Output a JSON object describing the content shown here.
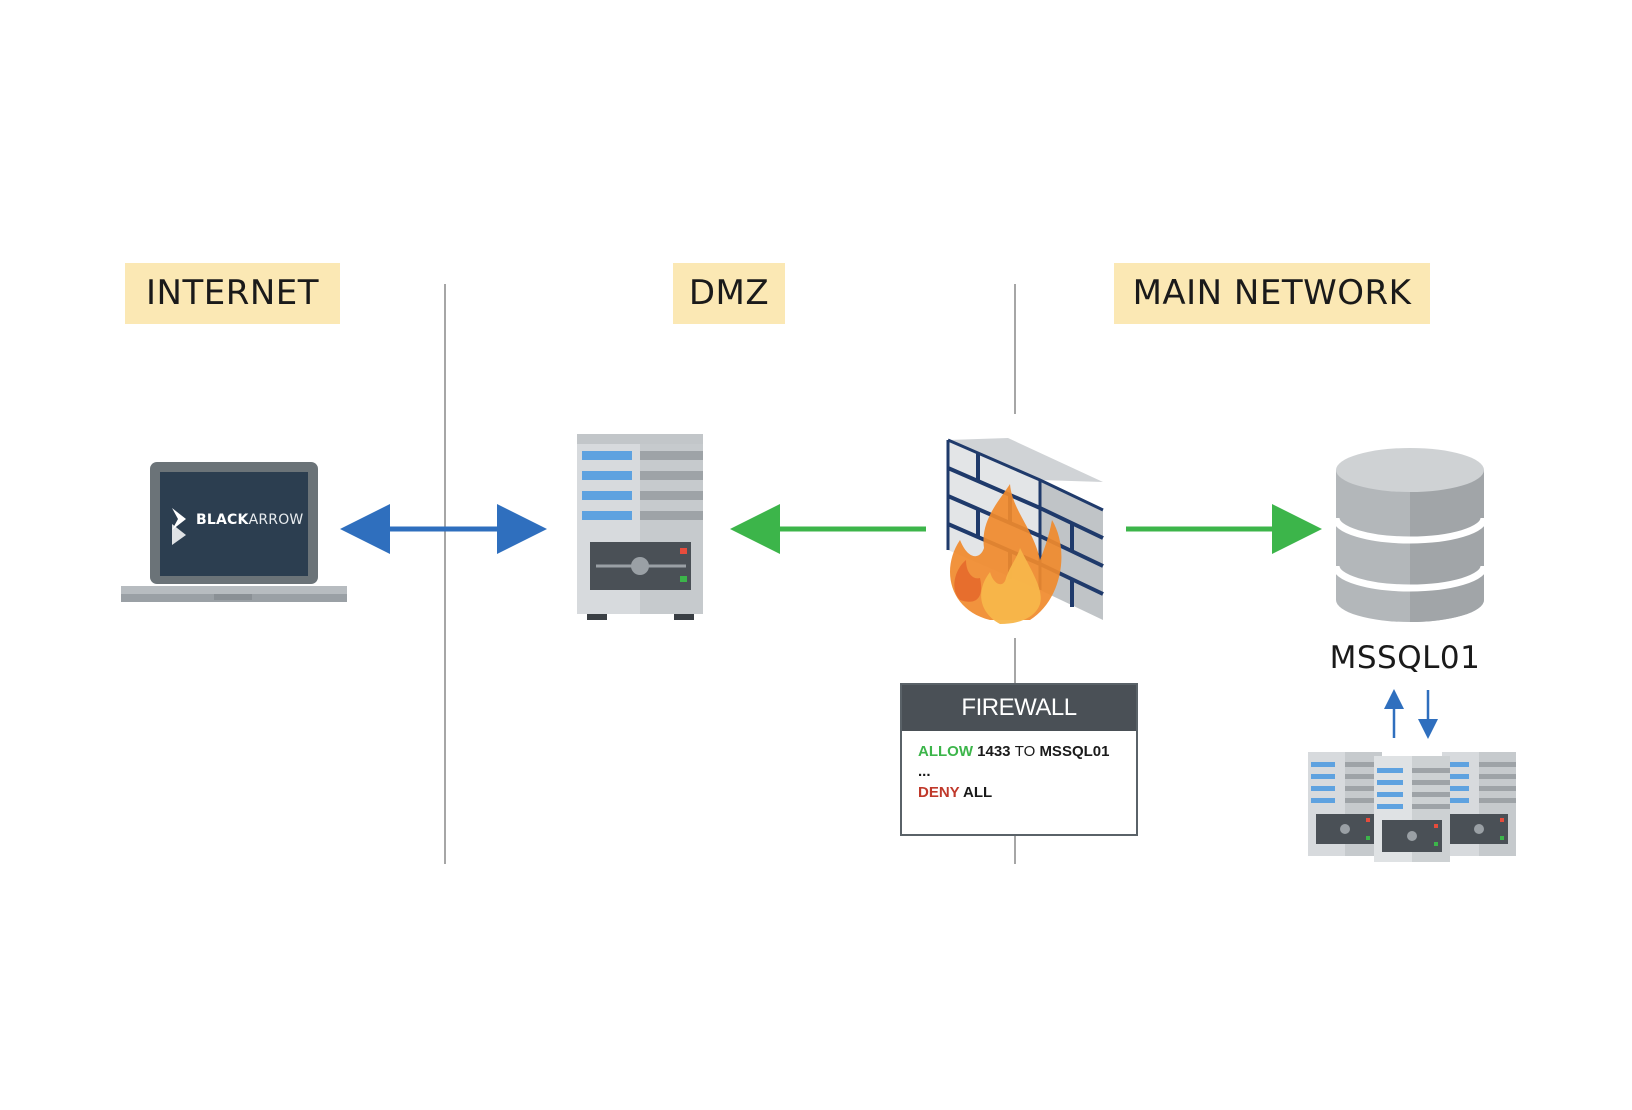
{
  "zones": {
    "internet": "INTERNET",
    "dmz": "DMZ",
    "main_network": "MAIN NETWORK"
  },
  "laptop": {
    "brand_bold": "BLACK",
    "brand_light": "ARROW",
    "icon": "laptop-icon"
  },
  "dmz_server": {
    "icon": "server-icon"
  },
  "firewall": {
    "icon": "firewall-icon",
    "title": "FIREWALL",
    "rules": {
      "rule1_action": "ALLOW",
      "rule1_port": "1433",
      "rule1_to": "TO",
      "rule1_target": "MSSQL01",
      "ellipsis": "...",
      "rule2_action": "DENY",
      "rule2_target": "ALL"
    }
  },
  "database": {
    "icon": "database-icon",
    "label": "MSSQL01"
  },
  "server_cluster": {
    "icon": "server-cluster-icon"
  },
  "colors": {
    "zone_label_bg": "#fbe8b4",
    "arrow_blue": "#2f6fbe",
    "arrow_green": "#3cb54a",
    "allow": "#3cb54a",
    "deny": "#c0392b",
    "firewall_header": "#4a5056"
  }
}
